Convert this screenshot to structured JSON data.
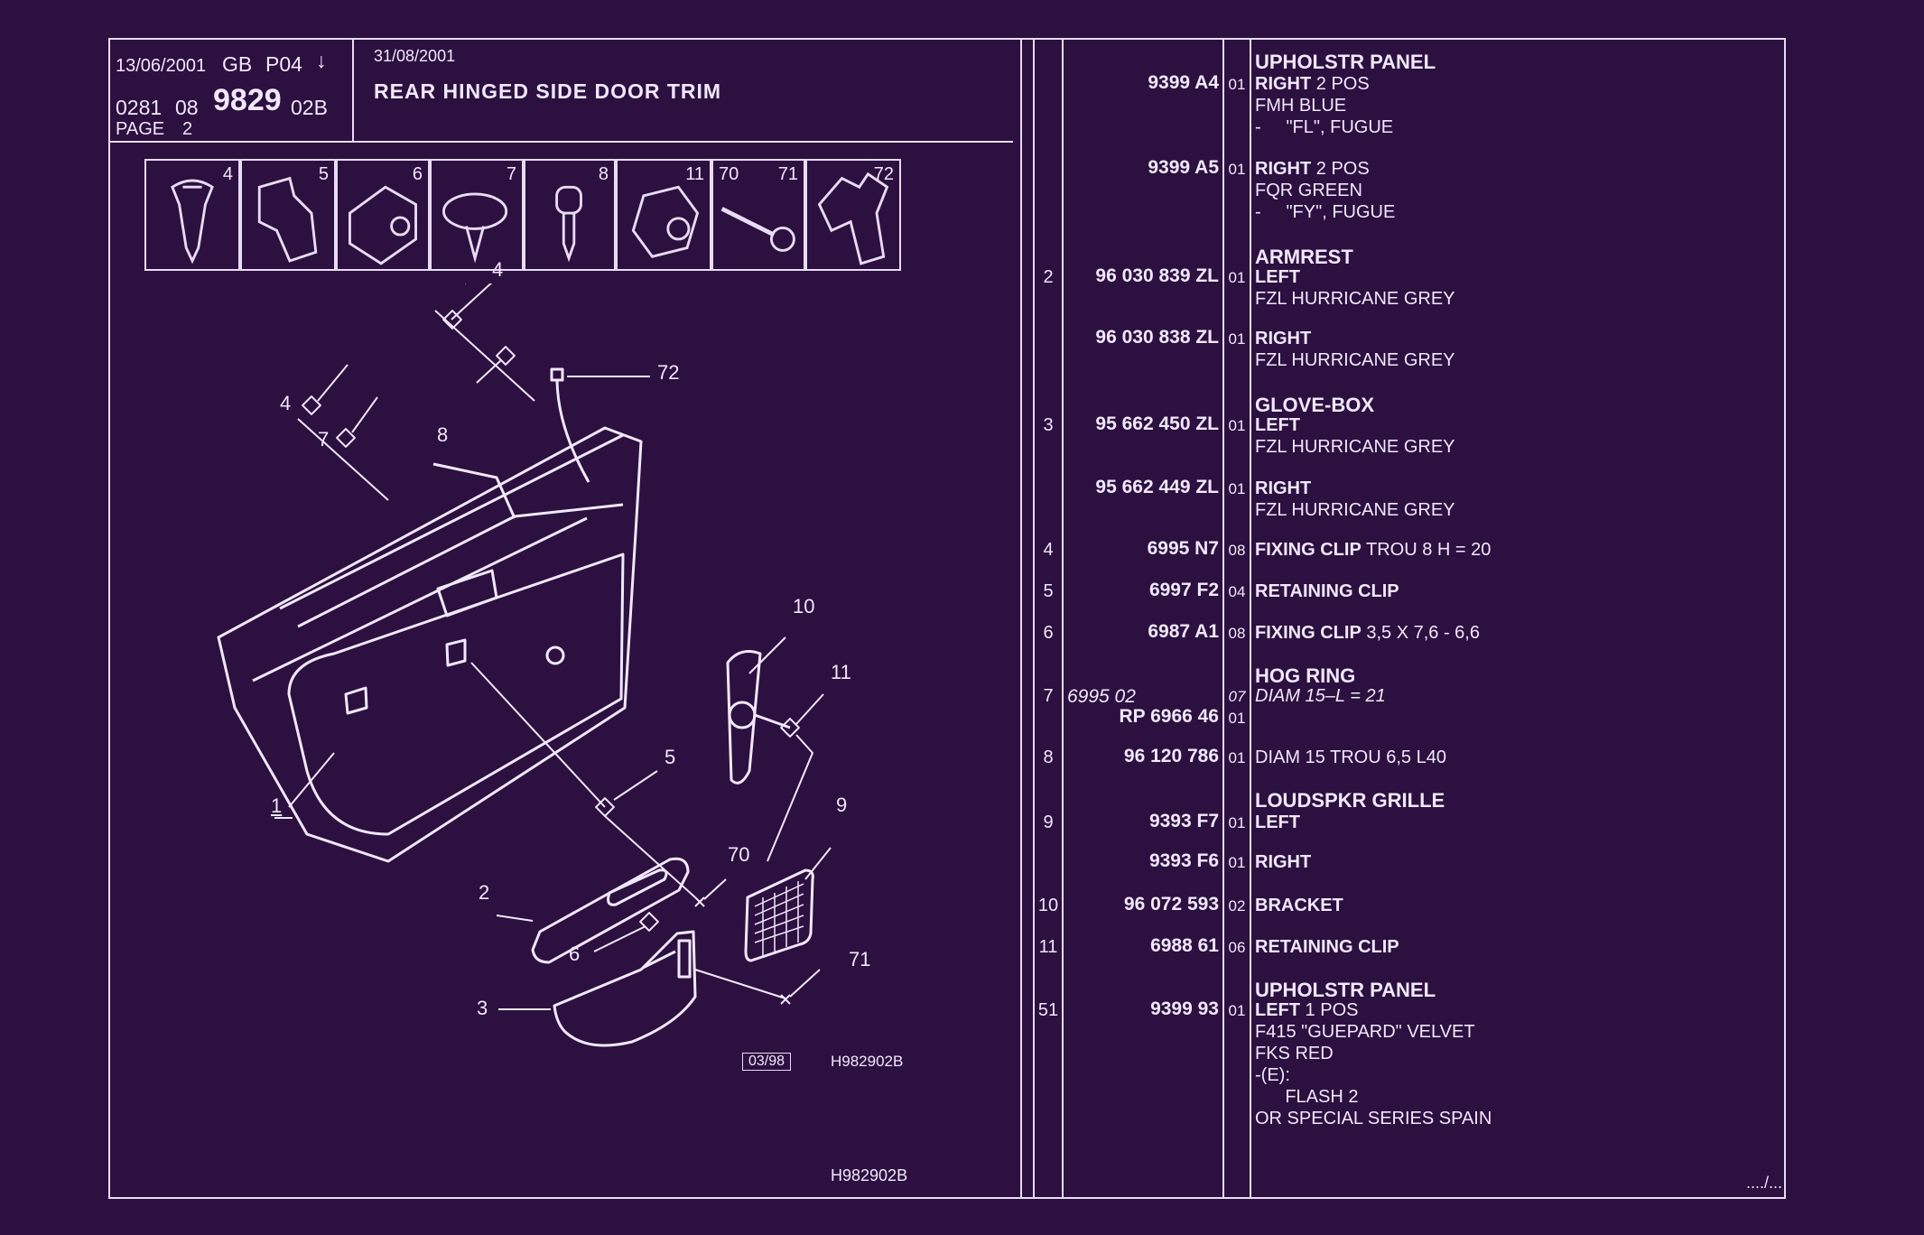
{
  "header": {
    "date1": "13/06/2001",
    "lang": "GB",
    "page_code": "P04",
    "arrow": "↓",
    "code_a": "0281",
    "code_b": "08",
    "code_main": "9829",
    "code_c": "02B",
    "page_label": "PAGE",
    "page_num": "2",
    "date2": "31/08/2001",
    "title": "REAR HINGED SIDE DOOR TRIM"
  },
  "thumbnails": [
    {
      "num": "4"
    },
    {
      "num": "5"
    },
    {
      "num": "6"
    },
    {
      "num": "7"
    },
    {
      "num": "8"
    },
    {
      "num": "11"
    },
    {
      "num": "70",
      "num2": "71"
    },
    {
      "num": "72"
    }
  ],
  "diagram": {
    "callouts": [
      "4",
      "72",
      "4",
      "7",
      "8",
      "10",
      "11",
      "5",
      "9",
      "1",
      "70",
      "2",
      "6",
      "71",
      "3"
    ],
    "ref_box": "03/98",
    "ref_code": "H982902B",
    "footer_code": "H982902B"
  },
  "parts": [
    {
      "item": "",
      "part": "",
      "qty": "",
      "desc": "UPHOLSTR PANEL",
      "desc_hdr": true
    },
    {
      "item": "",
      "part": "9399 A4",
      "qty": "01",
      "desc_b": "RIGHT",
      "desc": " 2 POS"
    },
    {
      "item": "",
      "part": "",
      "qty": "",
      "desc": "FMH BLUE"
    },
    {
      "item": "",
      "part": "",
      "qty": "",
      "desc": "-     \"FL\", FUGUE"
    },
    {
      "item": "",
      "part": "9399 A5",
      "qty": "01",
      "desc_b": "RIGHT",
      "desc": " 2 POS"
    },
    {
      "item": "",
      "part": "",
      "qty": "",
      "desc": "FQR GREEN"
    },
    {
      "item": "",
      "part": "",
      "qty": "",
      "desc": "-     \"FY\", FUGUE"
    },
    {
      "item": "",
      "part": "",
      "qty": "",
      "desc": "ARMREST",
      "desc_hdr": true
    },
    {
      "item": "2",
      "part": "96 030 839 ZL",
      "qty": "01",
      "desc_b": "LEFT",
      "desc": ""
    },
    {
      "item": "",
      "part": "",
      "qty": "",
      "desc": "FZL HURRICANE GREY"
    },
    {
      "item": "",
      "part": "96 030 838 ZL",
      "qty": "01",
      "desc_b": "RIGHT",
      "desc": ""
    },
    {
      "item": "",
      "part": "",
      "qty": "",
      "desc": "FZL HURRICANE GREY"
    },
    {
      "item": "",
      "part": "",
      "qty": "",
      "desc": "GLOVE-BOX",
      "desc_hdr": true
    },
    {
      "item": "3",
      "part": "95 662 450 ZL",
      "qty": "01",
      "desc_b": "LEFT",
      "desc": ""
    },
    {
      "item": "",
      "part": "",
      "qty": "",
      "desc": "FZL HURRICANE GREY"
    },
    {
      "item": "",
      "part": "95 662 449 ZL",
      "qty": "01",
      "desc_b": "RIGHT",
      "desc": ""
    },
    {
      "item": "",
      "part": "",
      "qty": "",
      "desc": "FZL HURRICANE GREY"
    },
    {
      "item": "4",
      "part": "6995 N7",
      "qty": "08",
      "desc_b": "FIXING CLIP",
      "desc": " TROU 8 H = 20"
    },
    {
      "item": "5",
      "part": "6997 F2",
      "qty": "04",
      "desc_b": "RETAINING CLIP",
      "desc": ""
    },
    {
      "item": "6",
      "part": "6987 A1",
      "qty": "08",
      "desc_b": "FIXING CLIP",
      "desc": " 3,5 X 7,6 - 6,6"
    },
    {
      "item": "",
      "part": "",
      "qty": "",
      "desc": "HOG RING",
      "desc_hdr": true
    },
    {
      "item": "7",
      "part": "6995 02",
      "qty": "07",
      "desc": "DIAM 15–L = 21",
      "ital": true
    },
    {
      "item": "",
      "part": "RP  6966 46",
      "qty": "01",
      "desc": ""
    },
    {
      "item": "8",
      "part": "96 120 786",
      "qty": "01",
      "desc": "DIAM 15 TROU 6,5 L40"
    },
    {
      "item": "",
      "part": "",
      "qty": "",
      "desc": "LOUDSPKR GRILLE",
      "desc_hdr": true
    },
    {
      "item": "9",
      "part": "9393 F7",
      "qty": "01",
      "desc_b": "LEFT",
      "desc": ""
    },
    {
      "item": "",
      "part": "9393 F6",
      "qty": "01",
      "desc_b": "RIGHT",
      "desc": ""
    },
    {
      "item": "10",
      "part": "96 072 593",
      "qty": "02",
      "desc_b": "BRACKET",
      "desc": ""
    },
    {
      "item": "11",
      "part": "6988 61",
      "qty": "06",
      "desc_b": "RETAINING CLIP",
      "desc": ""
    },
    {
      "item": "",
      "part": "",
      "qty": "",
      "desc": "UPHOLSTR PANEL",
      "desc_hdr": true
    },
    {
      "item": "51",
      "part": "9399 93",
      "qty": "01",
      "desc_b": "LEFT",
      "desc": " 1 POS"
    },
    {
      "item": "",
      "part": "",
      "qty": "",
      "desc": "F415 \"GUEPARD\" VELVET"
    },
    {
      "item": "",
      "part": "",
      "qty": "",
      "desc": "FKS RED"
    },
    {
      "item": "",
      "part": "",
      "qty": "",
      "desc": "-(E):"
    },
    {
      "item": "",
      "part": "",
      "qty": "",
      "desc": "      FLASH 2"
    },
    {
      "item": "",
      "part": "",
      "qty": "",
      "desc": "OR SPECIAL SERIES SPAIN"
    }
  ],
  "continuation": "..../..."
}
